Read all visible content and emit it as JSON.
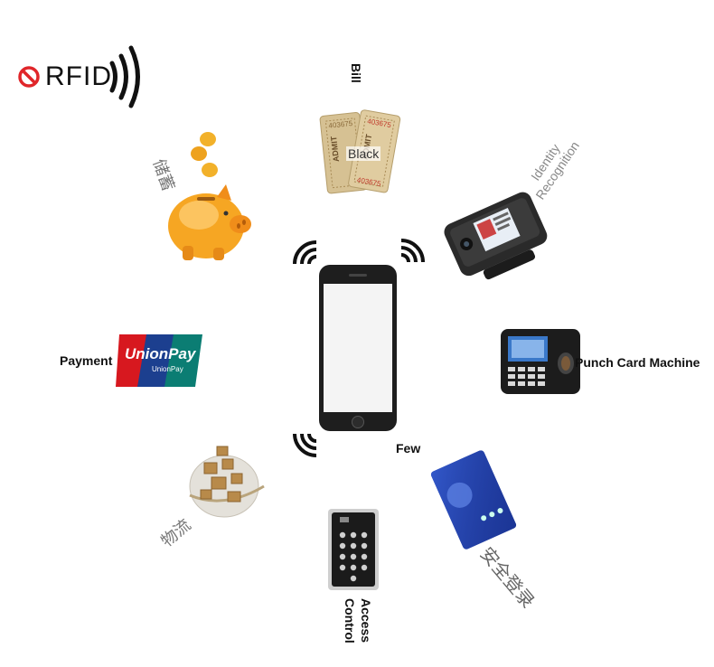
{
  "rfid": {
    "text": "RFID"
  },
  "labels": {
    "bill": "Bill",
    "black": "Black",
    "identity_recognition": "Identity Recognition",
    "piggy_cn": "储蓄",
    "payment": "Payment",
    "unionpay_brand": "UnionPay",
    "unionpay_sub": "UnionPay",
    "punch_card": "Punch Card Machine",
    "few": "Few",
    "logistics_cn": "物流",
    "secure_login_cn": "安全登录",
    "access_control": "Access Control",
    "ticket_number": "403675",
    "ticket_admit": "ADMIT"
  },
  "colors": {
    "accent_red": "#e0262a",
    "unionpay_red": "#d7181f",
    "unionpay_blue": "#1c3f8f",
    "unionpay_green": "#0b7d73",
    "ticket": "#d8c49a",
    "gold": "#f2a41e",
    "phone_body": "#1e1e1e"
  },
  "icons": [
    "no-symbol-icon",
    "wave-icon",
    "ticket-icon",
    "piggy-bank-icon",
    "face-recognition-terminal-icon",
    "unionpay-card-icon",
    "punch-card-machine-icon",
    "smartphone-icon",
    "globe-parcels-icon",
    "blue-card-icon",
    "keypad-reader-icon"
  ]
}
